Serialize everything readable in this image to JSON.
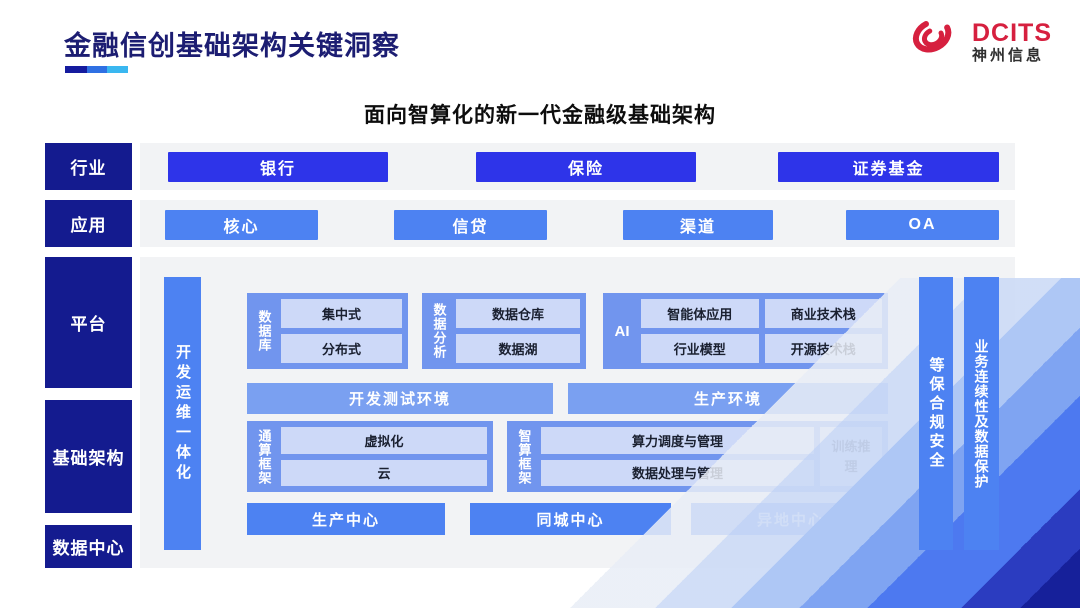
{
  "header": {
    "title": "金融信创基础架构关键洞察",
    "logo": {
      "brand": "DCITS",
      "company": "神州信息"
    }
  },
  "subtitle": "面向智算化的新一代金融级基础架构",
  "sidebar": {
    "items": [
      "行业",
      "应用",
      "平台",
      "基础架构",
      "数据中心"
    ]
  },
  "industry_row": {
    "items": [
      "银行",
      "保险",
      "证券基金"
    ]
  },
  "application_row": {
    "items": [
      "核心",
      "信贷",
      "渠道",
      "OA"
    ]
  },
  "platform": {
    "left_bar": "开发运维一体化",
    "groups": {
      "database": {
        "label": "数据库",
        "items": [
          "集中式",
          "分布式"
        ]
      },
      "analytics": {
        "label": "数据分析",
        "items": [
          "数据仓库",
          "数据湖"
        ]
      },
      "ai": {
        "label": "AI",
        "items": [
          "智能体应用",
          "商业技术栈",
          "行业模型",
          "开源技术栈"
        ]
      },
      "general_compute": {
        "label": "通算框架",
        "items": [
          "虚拟化",
          "云"
        ]
      },
      "ai_compute": {
        "label": "智算框架",
        "items": [
          "算力调度与管理",
          "数据处理与管理"
        ],
        "side_item": "训练推理"
      }
    },
    "env_bars": [
      "开发测试环境",
      "生产环境"
    ],
    "centers": [
      "生产中心",
      "同城中心",
      "异地中心"
    ],
    "right_bars": [
      "等保合规安全",
      "业务连续性及数据保护"
    ]
  },
  "colors": {
    "title_navy": "#1c1d72",
    "brand_red": "#d6203f",
    "sidebar_navy": "#141b8f",
    "industry_button_blue": "#2e34e9",
    "app_button_blue": "#4d82f2",
    "group_box_blue": "#7195ee",
    "env_bar_blue": "#7aa0f1",
    "pale_button_blue": "#cdd9f8",
    "panel_gray": "#f2f3f5",
    "underline_segments": [
      "#151b9e",
      "#2f70e3",
      "#3ab7f0"
    ]
  }
}
